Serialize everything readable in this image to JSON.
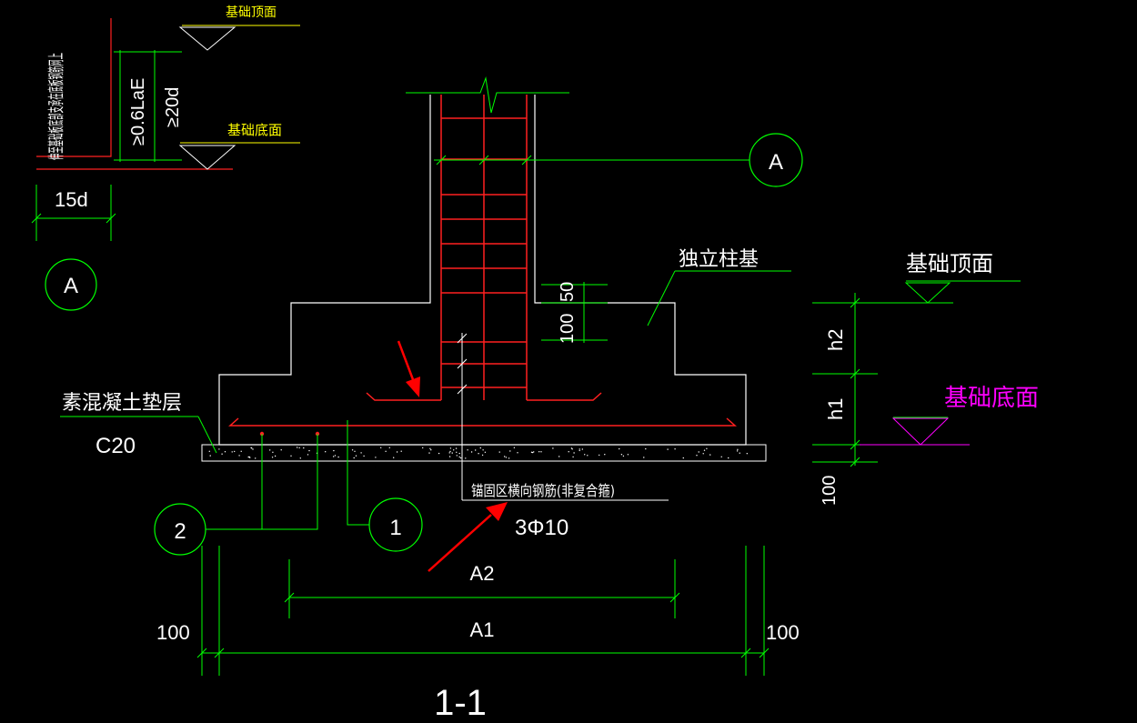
{
  "colors": {
    "background": "#000000",
    "outline": "#ffffff",
    "rebar": "#ff2020",
    "dimension": "#00ff00",
    "level_mark": "#ffff00",
    "level_mark_alt": "#ff00ff",
    "annotation_arrow": "#ff0000"
  },
  "detail": {
    "note_text": "伸至基础板底部支承在底板钢筋网上",
    "dim_anchor": "≥0.6LaE",
    "dim_min": "≥20d",
    "dim_hook": "15d",
    "top_level": "基础顶面",
    "bottom_level": "基础底面",
    "bubble": "A"
  },
  "section": {
    "bubble_a": "A",
    "foundation_label": "独立柱基",
    "dim_50": "50",
    "dim_100_col": "100",
    "cushion_label": "素混凝土垫层",
    "concrete_grade": "C20",
    "bubble_1": "1",
    "bubble_2": "2",
    "anchor_note": "锚固区横向钢筋(非复合箍)",
    "anchor_spec": "3Φ10",
    "dim_a2": "A2",
    "dim_a1": "A1",
    "dim_100_left": "100",
    "dim_100_right": "100",
    "title": "1-1"
  },
  "levels": {
    "top_level": "基础顶面",
    "bottom_level": "基础底面",
    "dim_h2": "h2",
    "dim_h1": "h1",
    "dim_100": "100"
  }
}
